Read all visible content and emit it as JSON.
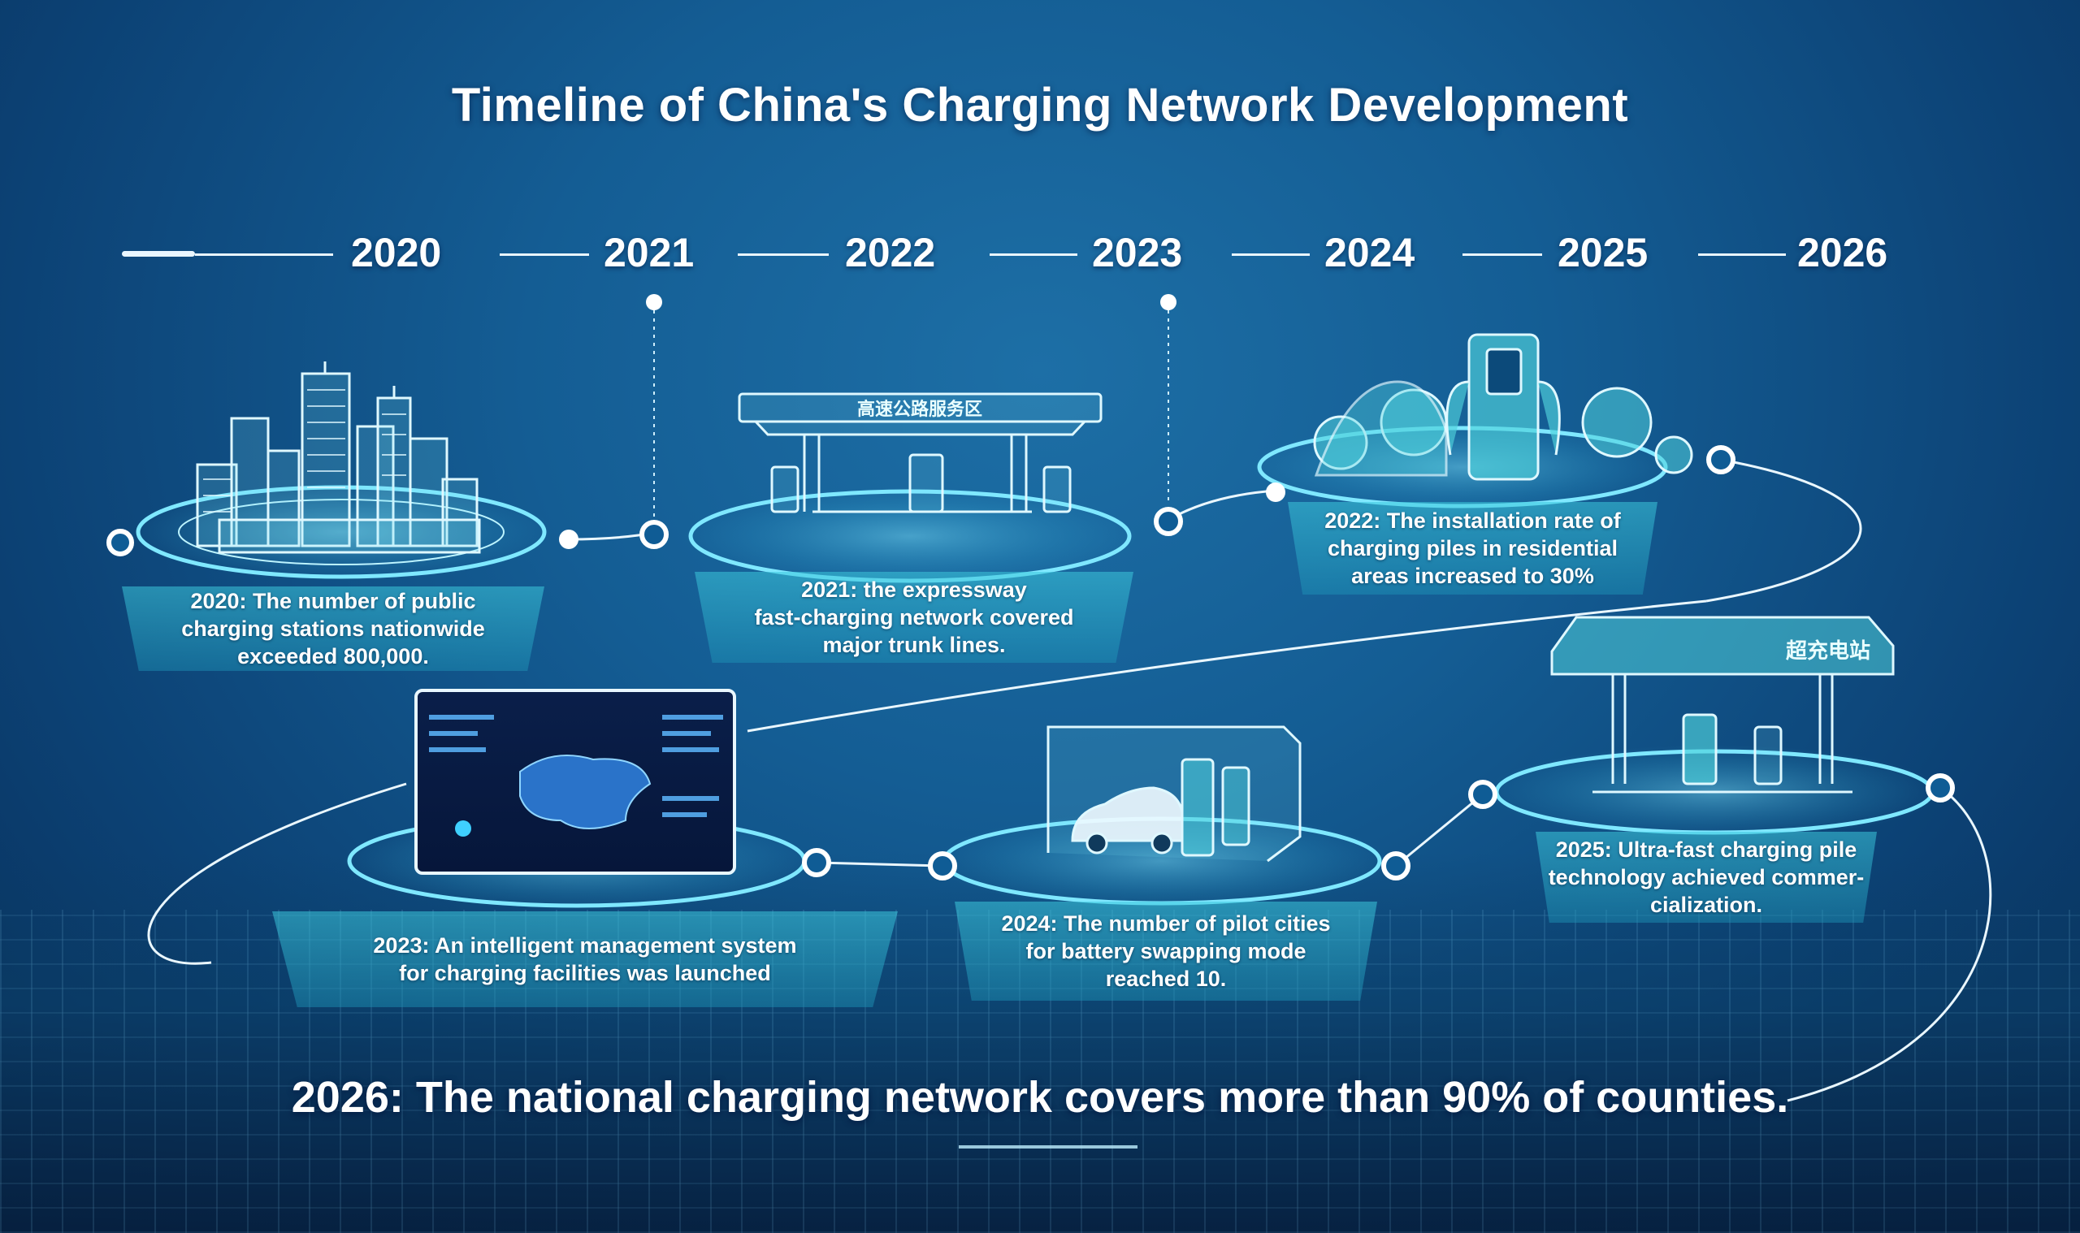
{
  "title": "Timeline of China's Charging Network Development",
  "years": [
    "2020",
    "2021",
    "2022",
    "2023",
    "2024",
    "2025",
    "2026"
  ],
  "milestones": [
    {
      "year": "2020",
      "text": "2020: The number of public\ncharging stations nationwide\nexceeded 800,000."
    },
    {
      "year": "2021",
      "text": "2021:   the expressway\nfast-charging network covered\nmajor trunk lines."
    },
    {
      "year": "2022",
      "text": "2022: The installation rate of\ncharging piles in residential\nareas increased to 30%"
    },
    {
      "year": "2023",
      "text": "2023: An intelligent management system\nfor charging facilities was launched"
    },
    {
      "year": "2024",
      "text": "2024: The number of pilot cities\nfor battery swapping mode\nreached 10."
    },
    {
      "year": "2025",
      "text": "2025: Ultra-fast charging pile\ntechnology achieved commer-\ncialization."
    }
  ],
  "conclusion": "2026: The national charging network covers more than 90% of counties.",
  "signs": {
    "expressway": "高速公路服务区",
    "super_station": "超充电站"
  },
  "colors": {
    "accent": "#5fe0f0",
    "line": "#e9f6ff",
    "caption_fill": "#3cc8dc"
  }
}
